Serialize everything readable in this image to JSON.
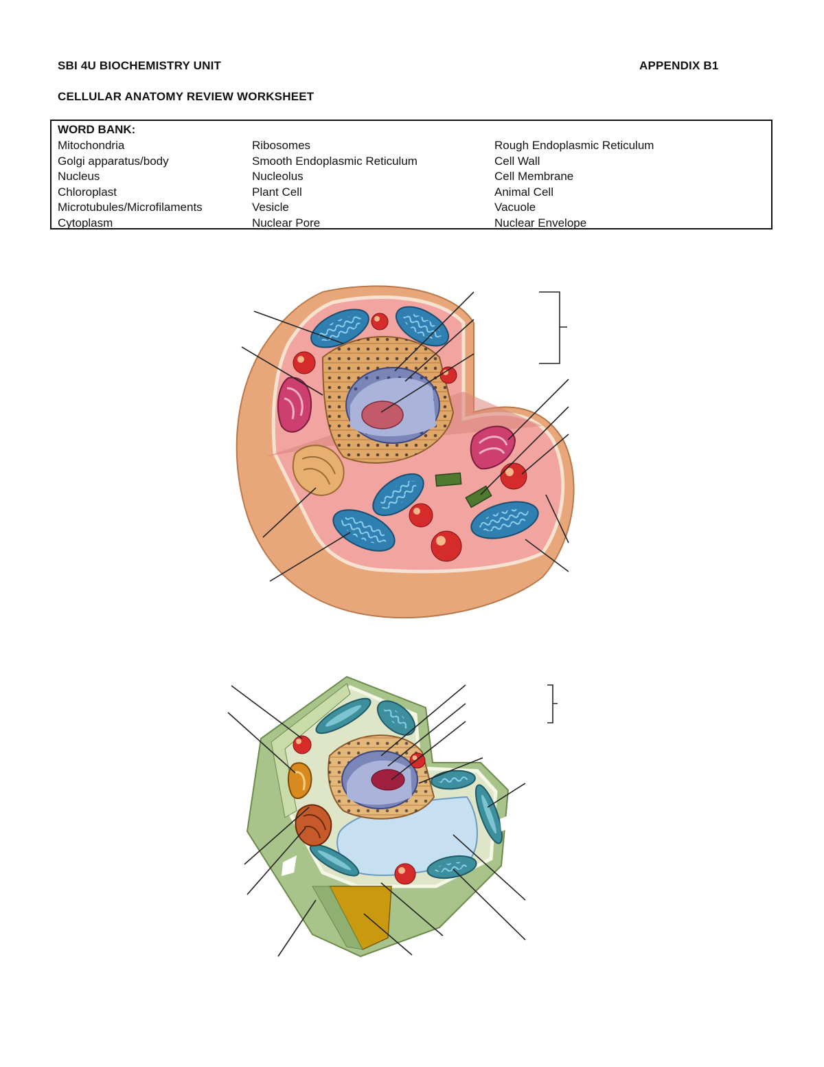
{
  "header": {
    "left": "SBI 4U BIOCHEMISTRY UNIT",
    "right": "APPENDIX B1",
    "title": "CELLULAR ANATOMY REVIEW WORKSHEET"
  },
  "word_bank": {
    "title": "WORD BANK:",
    "columns": [
      [
        "Mitochondria",
        "Golgi apparatus/body",
        "Nucleus",
        "Chloroplast",
        "Microtubules/Microfilaments",
        "Cytoplasm"
      ],
      [
        "Ribosomes",
        "Smooth Endoplasmic Reticulum",
        "Nucleolus",
        "Plant Cell",
        "Vesicle",
        "Nuclear Pore"
      ],
      [
        "Rough Endoplasmic Reticulum",
        "Cell Wall",
        "Cell Membrane",
        "Animal Cell",
        "Vacuole",
        "Nuclear Envelope"
      ]
    ]
  },
  "colors": {
    "animal_outer": "#e8a77a",
    "animal_cytoplasm": "#f2a5a0",
    "mitochondria": "#2f7fb0",
    "vesicle": "#d62b2b",
    "er": "#e0a868",
    "nucleus": "#7a86b8",
    "nucleolus": "#c25a6a",
    "golgi": "#cc3f6e",
    "plant_wall": "#a8c48a",
    "plant_cytoplasm": "#dfe6c8",
    "vacuole": "#c6e0f2",
    "chloroplast": "#3e8f9e",
    "plant_golgi": "#d98a1e",
    "mustard": "#c99a10"
  }
}
